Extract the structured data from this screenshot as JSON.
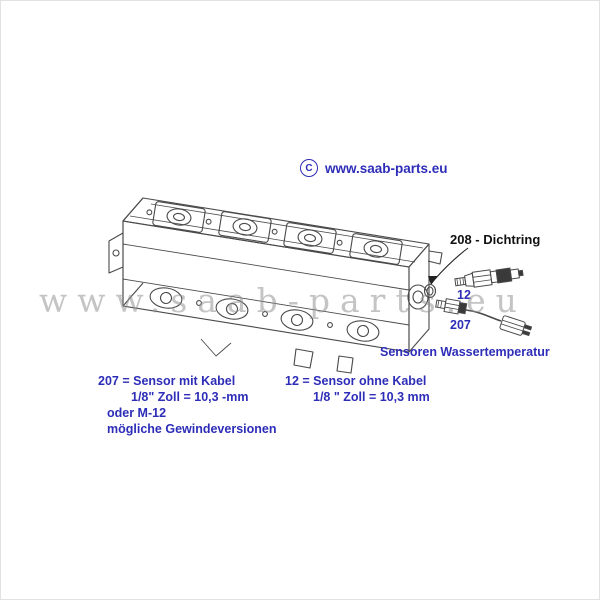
{
  "header": {
    "copyright_symbol": "C",
    "site_url": "www.saab-parts.eu"
  },
  "watermark_text": "www.saab-parts.eu",
  "diagram": {
    "seal_label": "208 - Dichtring",
    "sensor12_label": "12",
    "sensor207_label": "207",
    "caption": "Sensoren  Wassertemperatur"
  },
  "notes": {
    "left": [
      "207 = Sensor mit Kabel",
      "1/8\" Zoll =  10,3 -mm",
      "oder M-12",
      "mögliche  Gewindeversionen"
    ],
    "right": [
      "12 =  Sensor ohne Kabel",
      "1/8 \" Zoll = 10,3 mm"
    ]
  },
  "colors": {
    "accent_blue": "#2d2db8",
    "label_black": "#111111",
    "line_gray": "#4a4a4a",
    "watermark_gray": "#8f8f8f"
  }
}
